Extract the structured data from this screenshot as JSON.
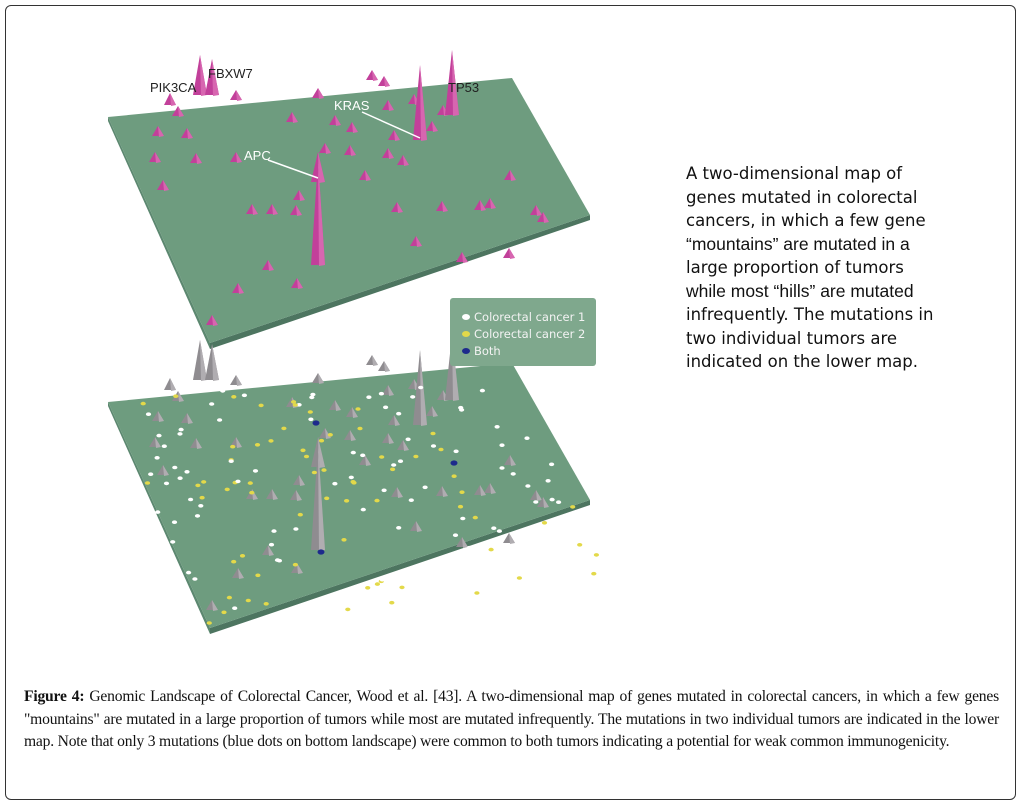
{
  "figure": {
    "gene_labels": [
      "PIK3CA",
      "FBXW7",
      "TP53",
      "KRAS",
      "APC"
    ],
    "legend": [
      {
        "label": "Colorectal cancer 1",
        "color": "#ffffff"
      },
      {
        "label": "Colorectal cancer 2",
        "color": "#e3d94a"
      },
      {
        "label": "Both",
        "color": "#1d2a8c"
      }
    ],
    "colors": {
      "plane": "#6e9c7f",
      "plane_side": "#4d7560",
      "mountain_top": "#c2409a",
      "mountain_bottom": "#9a9a9a"
    }
  },
  "side_text": [
    "A two-dimensional map of",
    "genes mutated in colorectal",
    "cancers, in which a few gene",
    "“mountains” are mutated in a",
    "large proportion of tumors",
    "while most “hills” are mutated",
    "infrequently. The mutations in",
    "two individual tumors are",
    "indicated on the lower map."
  ],
  "caption": {
    "label": "Figure 4:",
    "text": " Genomic Landscape of Colorectal Cancer, Wood et al. [43]. A two-dimensional map of genes mutated in colorectal cancers, in which a few genes \"mountains\" are mutated in a large proportion of tumors while most are mutated infrequently. The mutations in two individual tumors are indicated in the lower map. Note that only 3 mutations (blue dots on bottom landscape) were common to both tumors indicating a potential for weak common immunogenicity."
  }
}
